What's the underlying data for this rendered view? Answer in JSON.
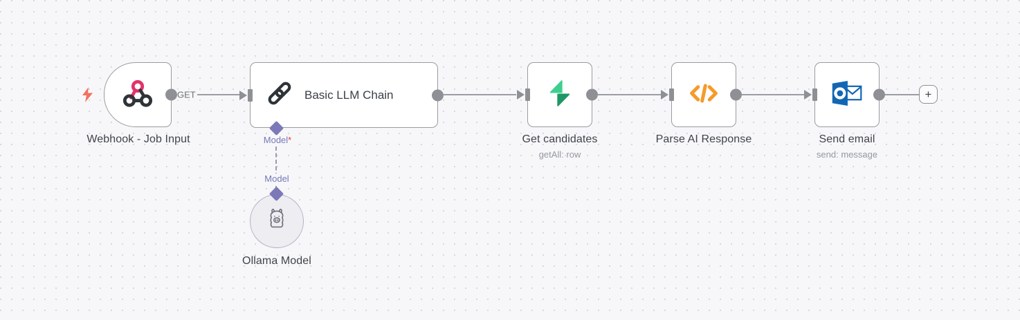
{
  "canvas": {
    "background": "#f7f7f9",
    "dot_color": "#d8d8de"
  },
  "workflow": {
    "nodes": {
      "webhook": {
        "title": "Webhook - Job Input",
        "output_label": "GET",
        "icon": "webhook-icon"
      },
      "llm_chain": {
        "title": "Basic LLM Chain",
        "icon": "chain-link-icon",
        "model_port_label": "Model",
        "required_marker": "*"
      },
      "ollama": {
        "title": "Ollama Model",
        "icon": "llama-icon",
        "connection_label": "Model"
      },
      "get_candidates": {
        "title": "Get candidates",
        "subtitle": "getAll: row",
        "icon": "supabase-bolt-icon"
      },
      "parse_ai": {
        "title": "Parse AI Response",
        "icon": "code-brackets-icon"
      },
      "send_email": {
        "title": "Send email",
        "subtitle": "send: message",
        "icon": "outlook-icon"
      }
    },
    "add_node_button": {
      "label": "+"
    },
    "trigger_indicator": {
      "icon": "lightning-bolt-icon"
    }
  },
  "colors": {
    "node_border": "#999aa0",
    "connector_gray": "#8e9095",
    "edge_gray": "#9b9da2",
    "diamond_purple": "#7b79b8",
    "model_label_purple": "#7678b8",
    "required_red": "#e03c3c",
    "webhook_pink": "#e2336b",
    "icon_dark": "#2f3439",
    "supabase_green_light": "#3ecf8e",
    "supabase_green_dark": "#1f9665",
    "code_orange": "#f59b2b",
    "outlook_blue": "#1267b4",
    "trigger_bolt_coral": "#f4705f",
    "title_text": "#3f434a",
    "subtitle_text": "#959aa3"
  }
}
